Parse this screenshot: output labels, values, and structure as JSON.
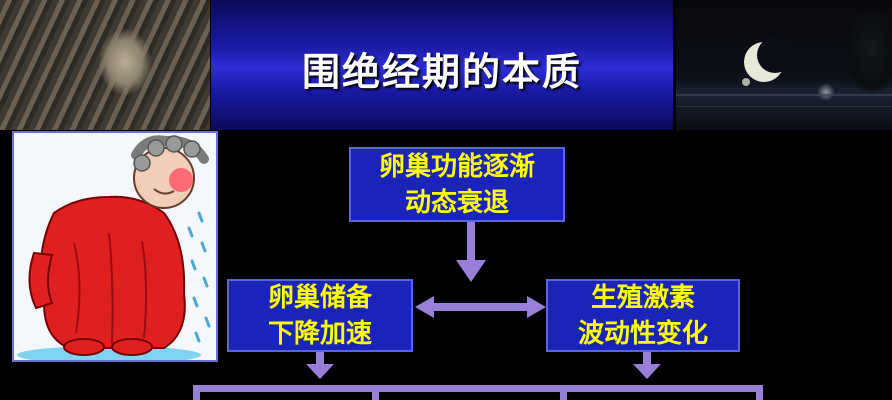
{
  "slide": {
    "title": "围绝经期的本质"
  },
  "diagram": {
    "top_box": {
      "line1": "卵巢功能逐渐",
      "line2": "动态衰退"
    },
    "left_box": {
      "line1": "卵巢储备",
      "line2": "下降加速"
    },
    "right_box": {
      "line1": "生殖激素",
      "line2": "波动性变化"
    }
  },
  "colors": {
    "box_fill": "#1b24b8",
    "box_text": "#ffff00",
    "arrow": "#9a7fd8",
    "background": "#000000"
  },
  "images": {
    "left_photo": "buddha-head-in-tree-roots",
    "right_photo": "crescent-moon-night-sea",
    "clipart": "woman-in-red-dress-sweating"
  }
}
